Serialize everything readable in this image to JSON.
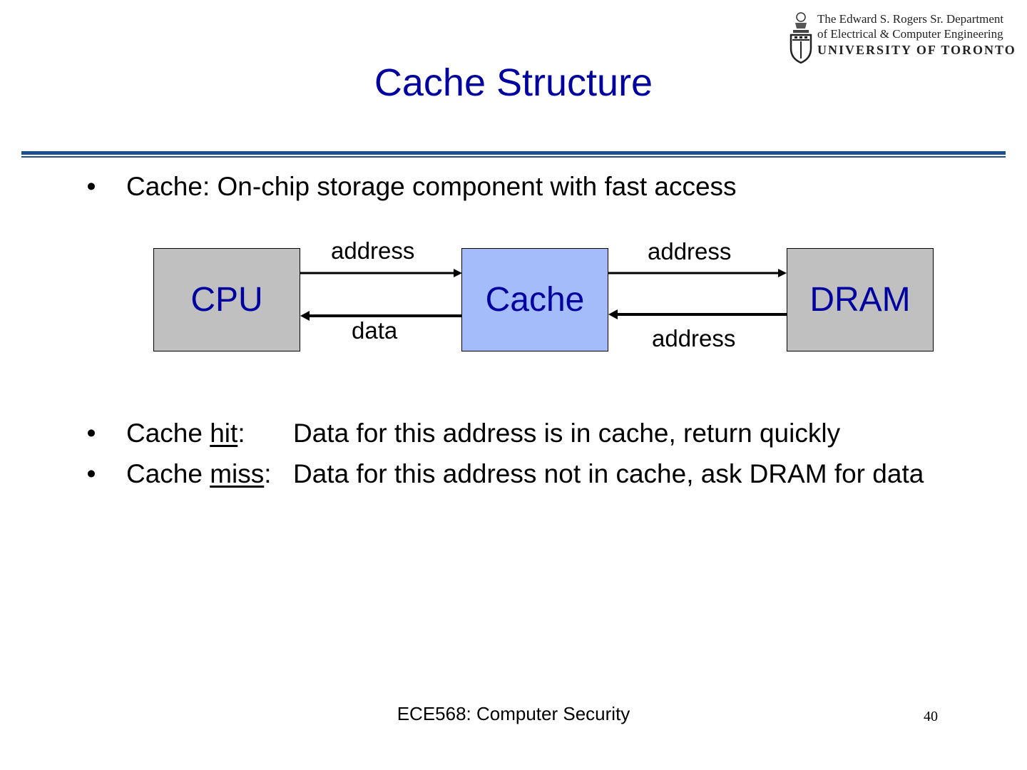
{
  "header": {
    "dept_line1": "The Edward S. Rogers Sr. Department",
    "dept_line2": "of Electrical & Computer Engineering",
    "university": "UNIVERSITY OF TORONTO",
    "logo_icon": "university-crest-icon"
  },
  "slide": {
    "title": "Cache Structure",
    "bullet_char": "•",
    "bullet1": "Cache: On-chip storage component with fast access",
    "diagram": {
      "cpu": "CPU",
      "cache": "Cache",
      "dram": "DRAM",
      "cpu_to_cache": "address",
      "cache_to_cpu": "data",
      "cache_to_dram": "address",
      "dram_to_cache": "address"
    },
    "hit": {
      "prefix": "Cache ",
      "term": "hit",
      "colon": ":",
      "desc": "Data for this address is in cache, return quickly"
    },
    "miss": {
      "prefix": "Cache ",
      "term": "miss",
      "colon": ":",
      "desc": "Data for this address not in cache, ask DRAM for data"
    }
  },
  "footer": {
    "course": "ECE568: Computer Security",
    "page_number": "40"
  },
  "colors": {
    "title": "#0000a0",
    "rule": "#1f4e8c",
    "cache_box": "#a4bcfa",
    "gray_box": "#c0c0c0"
  }
}
